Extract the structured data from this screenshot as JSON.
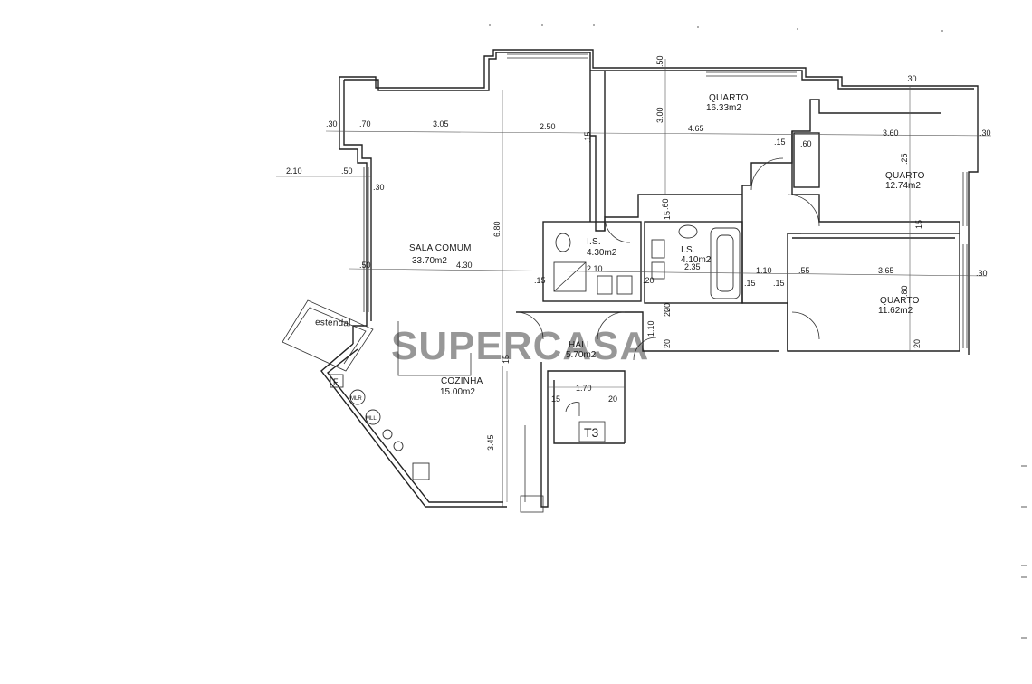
{
  "watermark": "SUPERCASA",
  "unit": "T3",
  "rooms": {
    "quarto1": {
      "label": "QUARTO",
      "area": "16.33m2"
    },
    "quarto2": {
      "label": "QUARTO",
      "area": "12.74m2"
    },
    "quarto3": {
      "label": "QUARTO",
      "area": "11.62m2"
    },
    "sala": {
      "label": "SALA COMUM",
      "area": "33.70m2"
    },
    "is1": {
      "label": "I.S.",
      "area": "4.30m2"
    },
    "is2": {
      "label": "I.S.",
      "area": "4.10m2"
    },
    "hall": {
      "label": "HALL",
      "area": "5.70m2"
    },
    "cozinha": {
      "label": "COZINHA",
      "area": "15.00m2"
    },
    "estendal": {
      "label": "estendal"
    }
  },
  "appliances": {
    "f": "F",
    "mlr": "MLR",
    "mll": "MLL"
  },
  "dimensions": {
    "d_30a": ".30",
    "d_70": ".70",
    "d_305": "3.05",
    "d_250": "2.50",
    "d_15a": ".15",
    "d_465": "4.65",
    "d_15b": ".15",
    "d_60a": ".60",
    "d_360": "3.60",
    "d_30b": ".30",
    "d_50top": ".50",
    "d_300": "3.00",
    "d_30top": ".30",
    "d_210a": "2.10",
    "d_50a": ".50",
    "d_30c": ".30",
    "d_25": ".25",
    "d_60b": ".60",
    "d_15c": "15",
    "d_15d": "15",
    "d_680": "6.80",
    "d_50b": ".50",
    "d_430": "4.30",
    "d_15e": ".15",
    "d_210b": "2.10",
    "d_20a": ".20",
    "d_235": "2.35",
    "d_110a": "1.10",
    "d_55": ".55",
    "d_365": "3.65",
    "d_30d": ".30",
    "d_15f": ".15",
    "d_15g": ".15",
    "d_80": ".80",
    "d_20b": "20",
    "d_20c": "20",
    "d_110b": "1.10",
    "d_20d": "20",
    "d_15h": "15",
    "d_170": "1.70",
    "d_15i": "15",
    "d_20e": "20",
    "d_345": "3.45",
    "d_20f": "20"
  }
}
